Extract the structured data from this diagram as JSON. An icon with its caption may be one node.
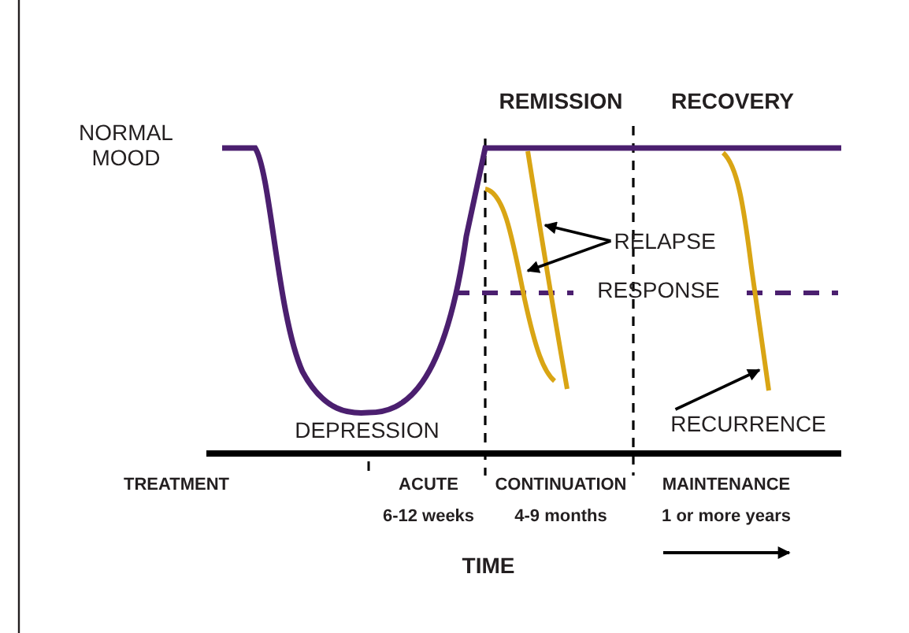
{
  "diagram": {
    "nodes": [
      {
        "text": [
          "RELAPSE"
        ]
      },
      {
        "text": [
          "RECURRENCE"
        ]
      },
      {
        "text": [],
        "shape": "curve"
      },
      {
        "text": [],
        "shape": "curve"
      },
      {
        "text": [],
        "shape": "curve"
      }
    ],
    "edges": [
      {
        "from": 0,
        "to": 3,
        "arrow": "to"
      },
      {
        "from": 0,
        "to": 2,
        "arrow": "to"
      },
      {
        "from": 1,
        "to": 4,
        "arrow": "to"
      }
    ],
    "labels": [
      "NORMAL MOOD",
      "REMISSION",
      "RECOVERY",
      "RESPONSE",
      "DEPRESSION",
      "TREATMENT",
      "ACUTE",
      "6-12 weeks",
      "CONTINUATION",
      "4-9 months",
      "MAINTENANCE",
      "1 or more years",
      "TIME"
    ]
  }
}
